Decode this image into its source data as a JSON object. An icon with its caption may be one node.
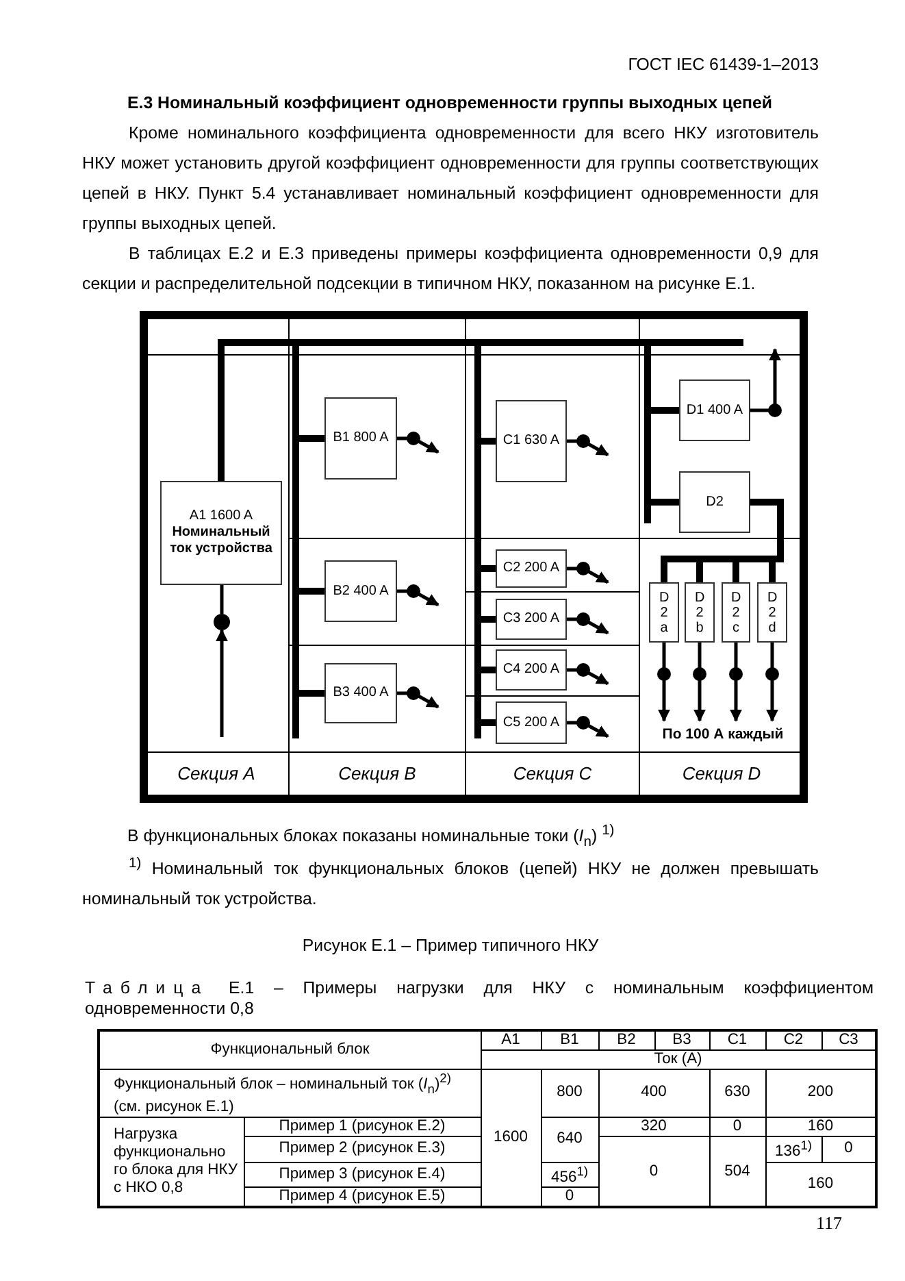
{
  "diagram": {
    "caption": "Рисунок Е.1 – Пример типичного НКУ",
    "nodes": [
      {
        "text": [
          "A1 1600 A",
          "Номинальный ток устройства"
        ]
      },
      {
        "text": [
          "B1 800 A"
        ]
      },
      {
        "text": [
          "B2 400 A"
        ]
      },
      {
        "text": [
          "B3 400 A"
        ]
      },
      {
        "text": [
          "C1 630 A"
        ]
      },
      {
        "text": [
          "C2 200 A"
        ]
      },
      {
        "text": [
          "C3 200 A"
        ]
      },
      {
        "text": [
          "C4 200 A"
        ]
      },
      {
        "text": [
          "C5 200 A"
        ]
      },
      {
        "text": [
          "D1 400 A"
        ]
      },
      {
        "text": [
          "D2"
        ]
      },
      {
        "text": [
          "D 2 a"
        ]
      },
      {
        "text": [
          "D 2 b"
        ]
      },
      {
        "text": [
          "D 2 c"
        ]
      },
      {
        "text": [
          "D 2 d"
        ]
      },
      {
        "text": [
          "По 100 А каждый"
        ]
      },
      {
        "text": [],
        "shape": "circle"
      }
    ],
    "edges": [
      {
        "from": null,
        "to": 16,
        "arrow": "to"
      },
      {
        "from": 16,
        "to": 0,
        "arrow": "none"
      },
      {
        "from": 0,
        "to": 1,
        "arrow": "none",
        "style": "thick"
      },
      {
        "from": 0,
        "to": 2,
        "arrow": "none",
        "style": "thick"
      },
      {
        "from": 0,
        "to": 3,
        "arrow": "none",
        "style": "thick"
      },
      {
        "from": 0,
        "to": 4,
        "arrow": "none",
        "style": "thick"
      },
      {
        "from": 0,
        "to": 5,
        "arrow": "none",
        "style": "thick"
      },
      {
        "from": 0,
        "to": 6,
        "arrow": "none",
        "style": "thick"
      },
      {
        "from": 0,
        "to": 7,
        "arrow": "none",
        "style": "thick"
      },
      {
        "from": 0,
        "to": 8,
        "arrow": "none",
        "style": "thick"
      },
      {
        "from": 0,
        "to": 9,
        "arrow": "none",
        "style": "thick"
      },
      {
        "from": 0,
        "to": 10,
        "arrow": "none",
        "style": "thick"
      },
      {
        "from": 10,
        "to": 11,
        "arrow": "none",
        "style": "thick"
      },
      {
        "from": 10,
        "to": 12,
        "arrow": "none",
        "style": "thick"
      },
      {
        "from": 10,
        "to": 13,
        "arrow": "none",
        "style": "thick"
      },
      {
        "from": 10,
        "to": 14,
        "arrow": "none",
        "style": "thick"
      },
      {
        "from": 1,
        "to": null,
        "arrow": "to"
      },
      {
        "from": 2,
        "to": null,
        "arrow": "to"
      },
      {
        "from": 3,
        "to": null,
        "arrow": "to"
      },
      {
        "from": 4,
        "to": null,
        "arrow": "to"
      },
      {
        "from": 5,
        "to": null,
        "arrow": "to"
      },
      {
        "from": 6,
        "to": null,
        "arrow": "to"
      },
      {
        "from": 7,
        "to": null,
        "arrow": "to"
      },
      {
        "from": 8,
        "to": null,
        "arrow": "to"
      },
      {
        "from": 9,
        "to": null,
        "arrow": "to"
      },
      {
        "from": 11,
        "to": 15,
        "arrow": "to"
      },
      {
        "from": 12,
        "to": 15,
        "arrow": "to"
      },
      {
        "from": 13,
        "to": 15,
        "arrow": "to"
      },
      {
        "from": 14,
        "to": 15,
        "arrow": "to"
      }
    ],
    "labels": [
      "ГОСТ IEC 61439-1–2013",
      "Е.3 Номинальный коэффициент одновременности группы выходных цепей",
      "Кроме номинального коэффициента одновременности для всего НКУ изготовитель НКУ может установить другой коэффициент одновременности для группы соответствующих цепей в НКУ. Пункт 5.4 устанавливает номинальный коэффициент одновременности для группы выходных цепей.",
      "В таблицах Е.2 и Е.3 приведены примеры коэффициента одновременности 0,9 для секции и распределительной подсекции в типичном НКУ, показанном на рисунке Е.1.",
      "Секция A",
      "Секция B",
      "Секция C",
      "Секция D",
      "В функциональных блоках показаны номинальные токи (*I*$_{n}$) $^{1)}$",
      "$^{1)}$ Номинальный ток функциональных блоков (цепей) НКУ не должен превышать номинальный ток устройства.",
      "Таблица Е.1 – Примеры нагрузки для НКУ с номинальным коэффициентом одновременности 0,8",
      "Функциональный блок",
      "A1",
      "B1",
      "B2",
      "B3",
      "C1",
      "C2",
      "C3",
      "Ток (А)",
      "Функциональный блок – номинальный ток (*I*$_{n}$)$^{2)}$ (см. рисунок Е.1)",
      "1600",
      "800",
      "400",
      "630",
      "200",
      "Нагрузка функционально го блока для НКУ с НКО 0,8",
      "Пример 1 (рисунок Е.2)",
      "640",
      "320",
      "0",
      "160",
      "Пример 2 (рисунок Е.3)",
      "0",
      "504",
      "136$^{1)}$",
      "0",
      "Пример 3 (рисунок Е.4)",
      "456$^{1)}$",
      "160",
      "Пример 4 (рисунок Е.5)",
      "0",
      "117"
    ]
  }
}
